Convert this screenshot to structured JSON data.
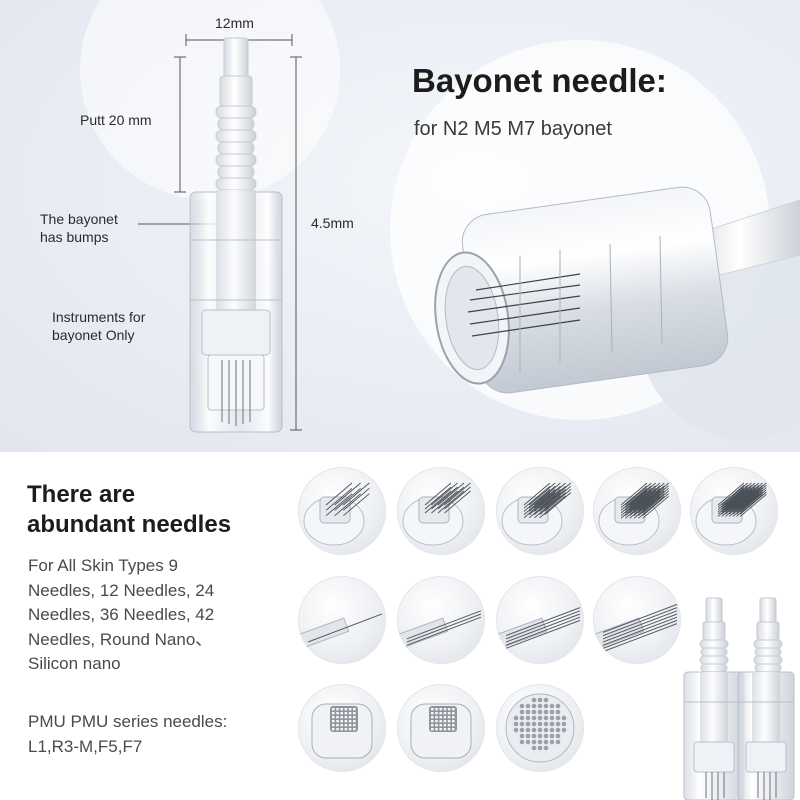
{
  "header": {
    "title": "Bayonet needle:",
    "subtitle": "for N2 M5 M7 bayonet"
  },
  "diagram": {
    "width_label": "12mm",
    "putt_label": "Putt 20 mm",
    "bumps_label_line1": "The bayonet",
    "bumps_label_line2": "has bumps",
    "length_label": "4.5mm",
    "instruments_line1": "Instruments for",
    "instruments_line2": "bayonet Only"
  },
  "needles": {
    "heading_line1": "There are",
    "heading_line2": "abundant needles",
    "description_lines": [
      "For All Skin Types 9",
      "Needles, 12 Needles, 24",
      "Needles, 36 Needles, 42",
      "Needles, Round Nano、",
      "Silicon nano"
    ],
    "pmu_lines": [
      "PMU PMU series needles:",
      "L1,R3-M,F5,F7"
    ]
  },
  "thumbnails": [
    {
      "kind": "pin-cluster",
      "pins": 9
    },
    {
      "kind": "pin-cluster",
      "pins": 12
    },
    {
      "kind": "pin-cluster",
      "pins": 24
    },
    {
      "kind": "pin-cluster",
      "pins": 36
    },
    {
      "kind": "pin-cluster",
      "pins": 42
    },
    {
      "kind": "pmu-line",
      "pins": 1
    },
    {
      "kind": "pmu-line",
      "pins": 3
    },
    {
      "kind": "pmu-line",
      "pins": 5
    },
    {
      "kind": "pmu-line",
      "pins": 7
    },
    {
      "kind": "nano",
      "pins": 0
    },
    {
      "kind": "nano",
      "pins": 0
    },
    {
      "kind": "silicon",
      "pins": 0
    }
  ],
  "colors": {
    "text_dark": "#1c1c1c",
    "text_body": "#4a4a4a",
    "panel_background": "#e9edf4"
  }
}
